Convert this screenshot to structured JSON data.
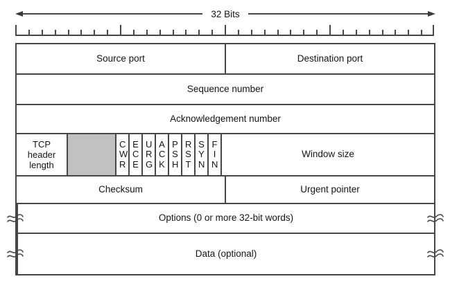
{
  "title": {
    "width_label": "32 Bits"
  },
  "ruler": {
    "bits": 32,
    "major_every": 8
  },
  "colors": {
    "line": "#474747",
    "text": "#141414",
    "reserved_fill": "#c1c1c1",
    "background": "#ffffff"
  },
  "fields": {
    "source_port": "Source port",
    "destination_port": "Destination port",
    "sequence_number": "Sequence number",
    "acknowledgement_number": "Acknowledgement number",
    "tcp_header_length": "TCP header length",
    "flags": [
      "CWR",
      "ECE",
      "URG",
      "ACK",
      "PSH",
      "RST",
      "SYN",
      "FIN"
    ],
    "window_size": "Window size",
    "checksum": "Checksum",
    "urgent_pointer": "Urgent pointer",
    "options": "Options (0 or more 32-bit words)",
    "data": "Data (optional)"
  }
}
